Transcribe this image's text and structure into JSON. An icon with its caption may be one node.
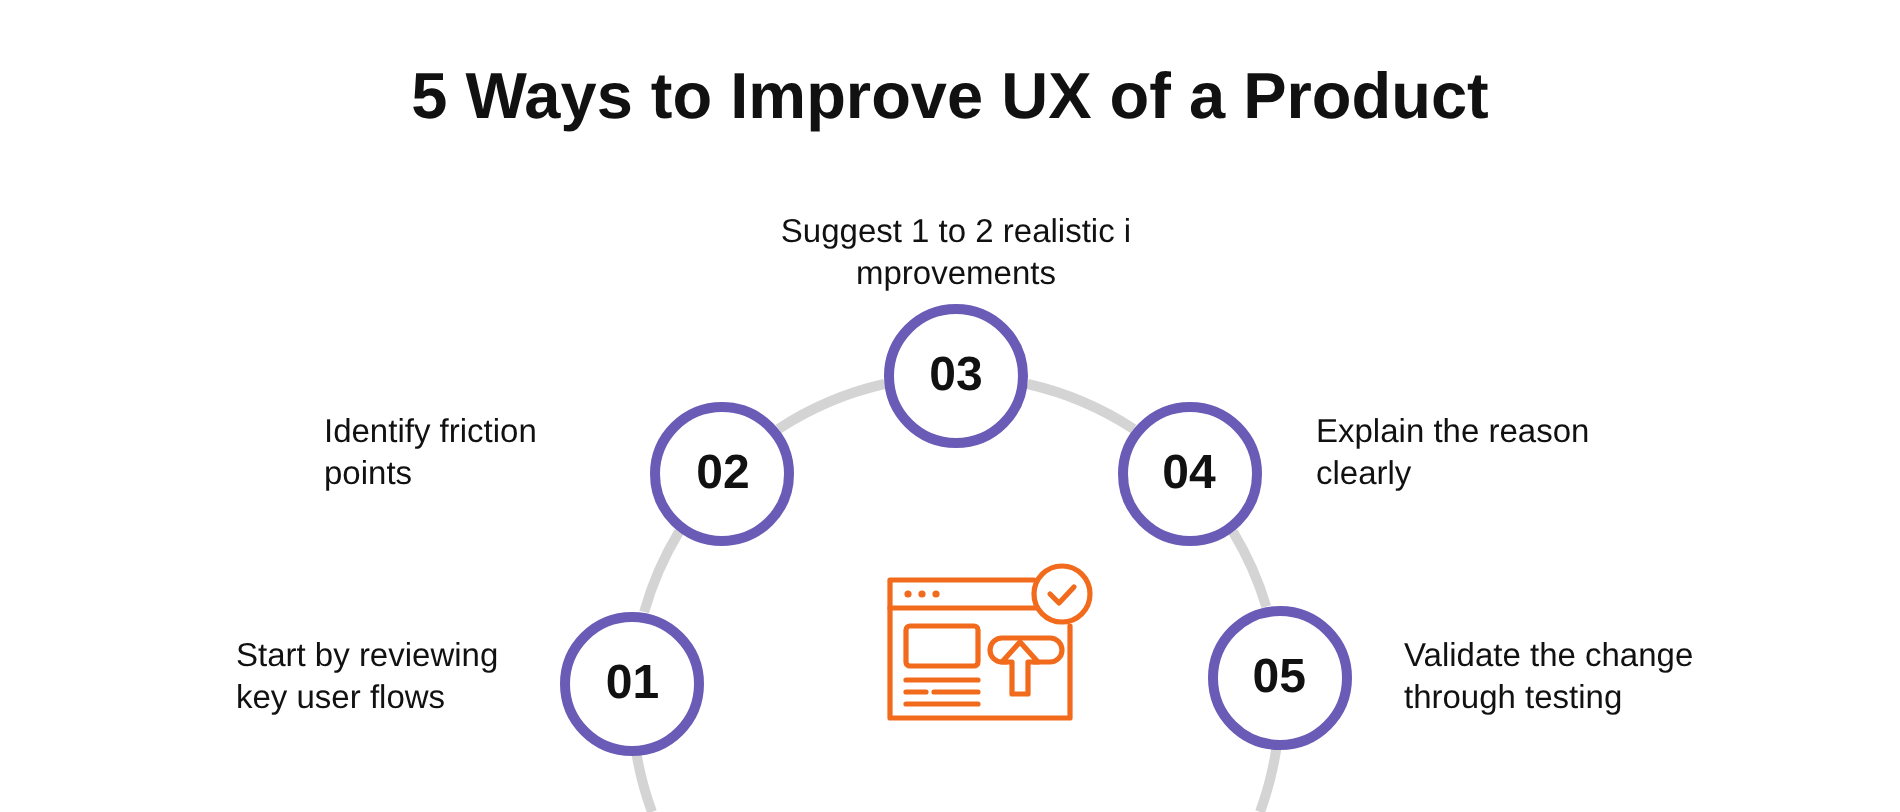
{
  "diagram": {
    "title": "5 Ways to Improve UX of a Product",
    "nodes": [
      {
        "text": [
          "01"
        ],
        "beside": [
          "Start by reviewing key user flows"
        ]
      },
      {
        "text": [
          "02"
        ],
        "beside": [
          "Identify friction points"
        ]
      },
      {
        "text": [
          "03"
        ],
        "beside": [
          "Suggest 1 to 2 realistic i mprovements"
        ]
      },
      {
        "text": [
          "04"
        ],
        "beside": [
          "Explain the reason clearly"
        ]
      },
      {
        "text": [
          "05"
        ],
        "beside": [
          "Validate the change through testing"
        ]
      }
    ],
    "edges": [
      {
        "from": null,
        "to": 0,
        "arrow": "none"
      },
      {
        "from": 0,
        "to": 1,
        "arrow": "none"
      },
      {
        "from": 1,
        "to": 2,
        "arrow": "none"
      },
      {
        "from": 2,
        "to": 3,
        "arrow": "none"
      },
      {
        "from": 3,
        "to": 4,
        "arrow": "none"
      },
      {
        "from": 4,
        "to": null,
        "arrow": "none"
      }
    ]
  }
}
